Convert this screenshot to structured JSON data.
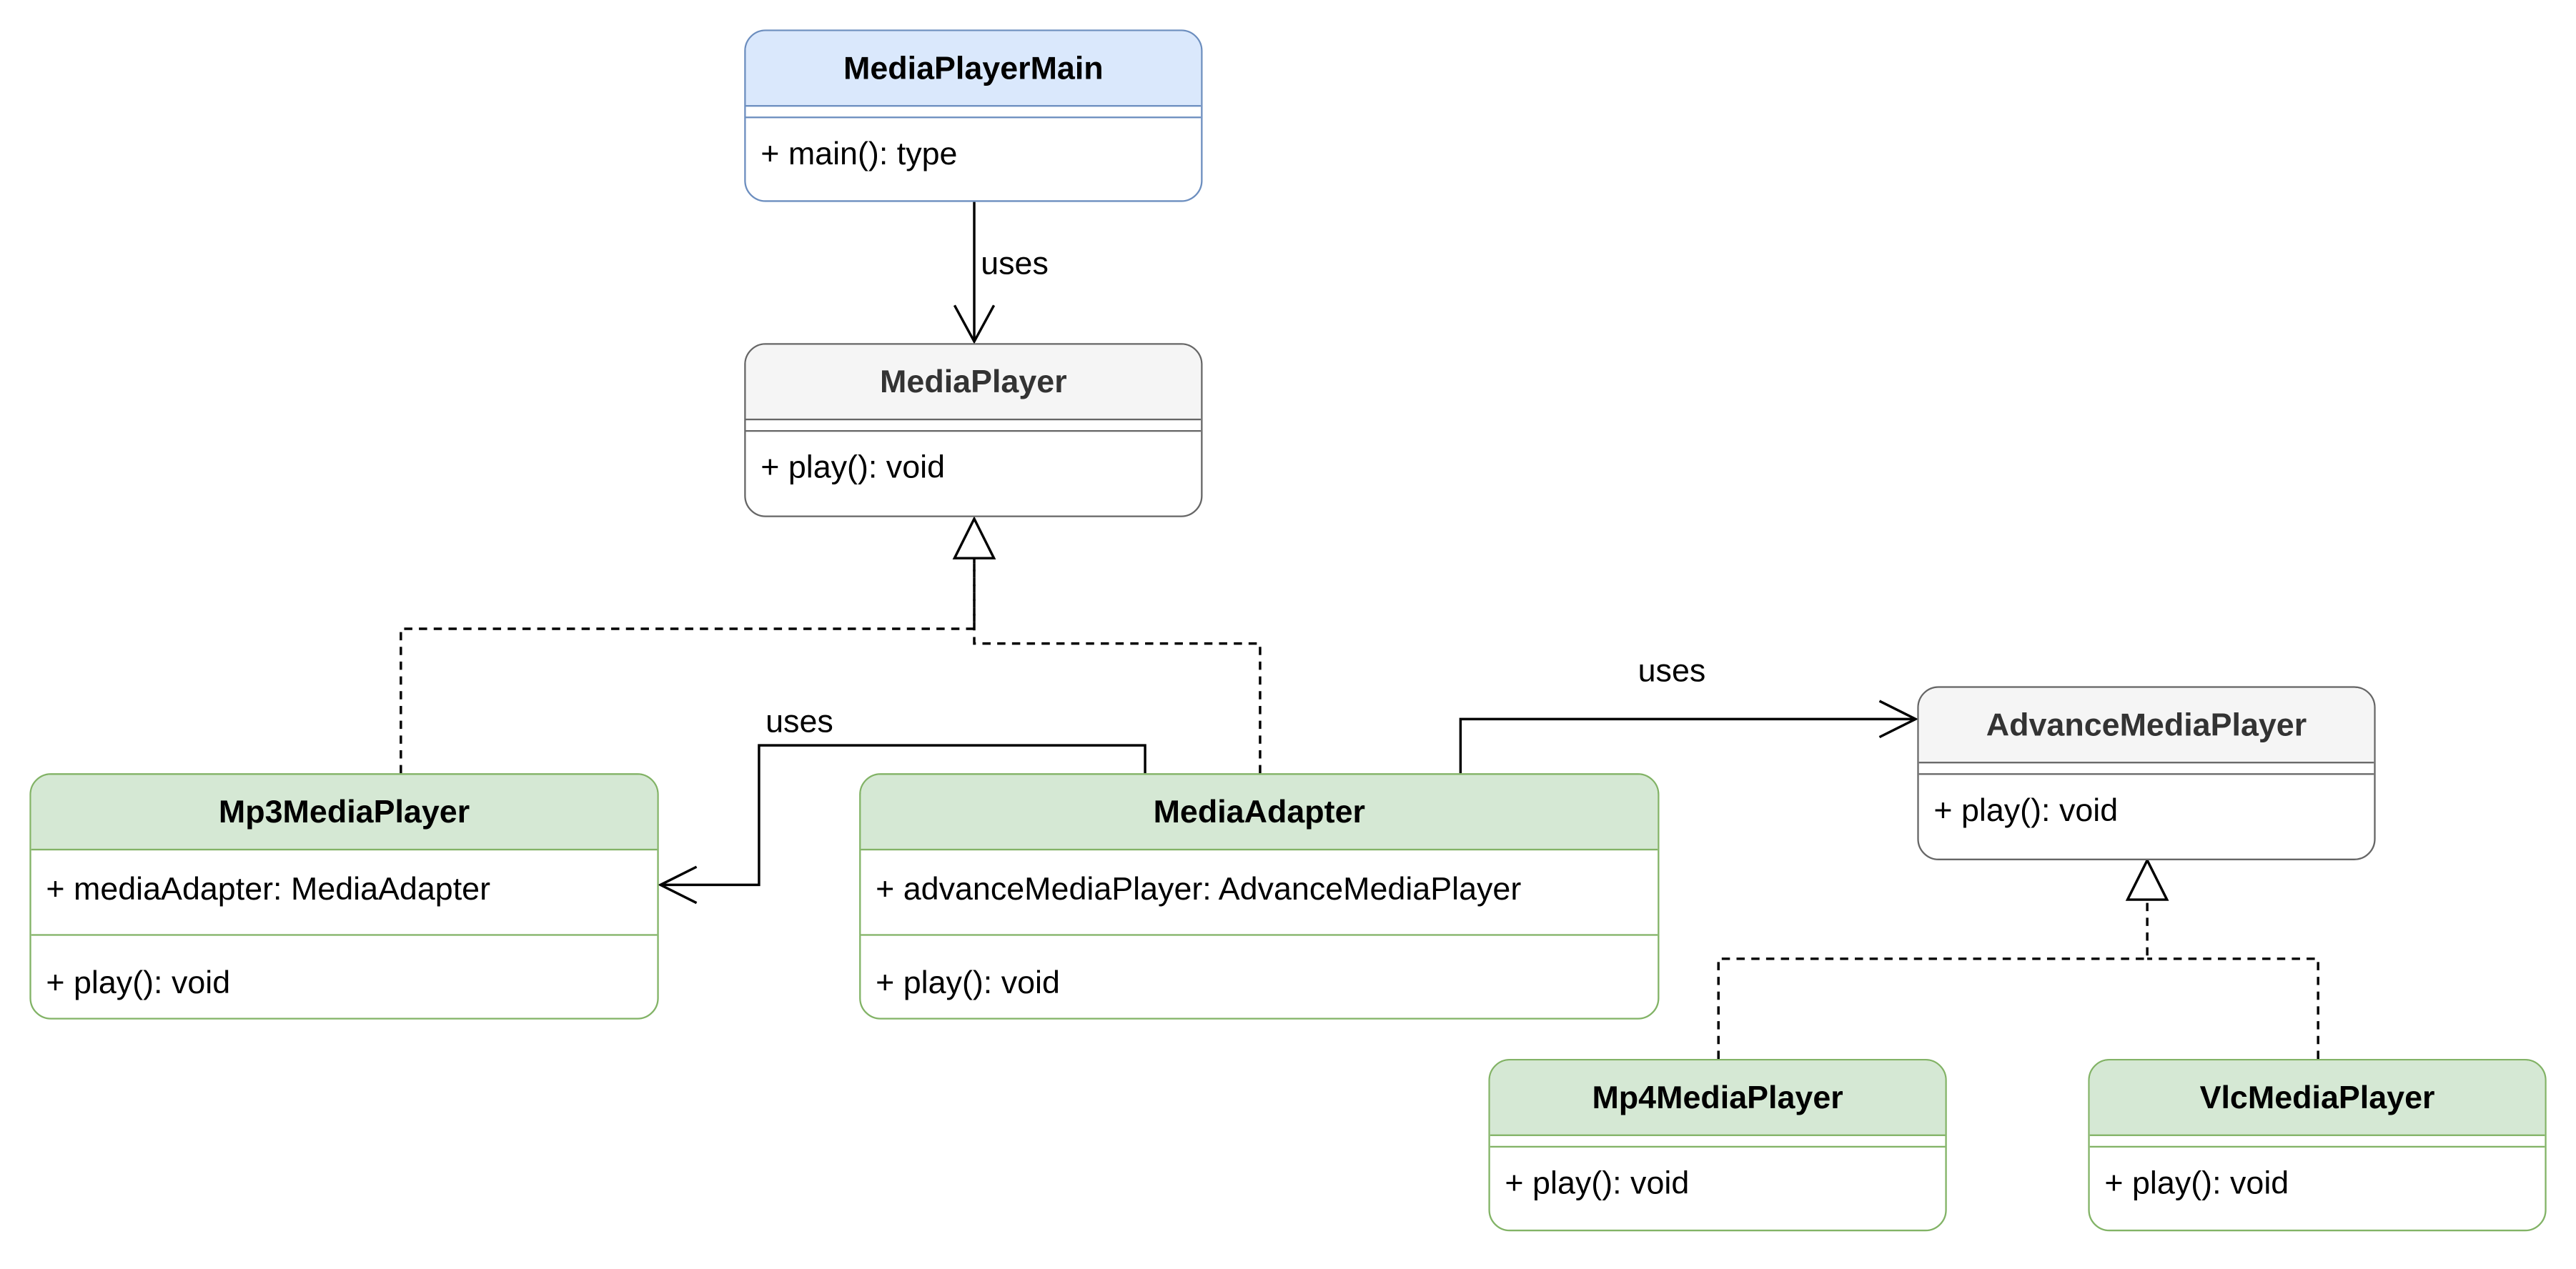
{
  "classes": {
    "media_player_main": {
      "name": "MediaPlayerMain",
      "methods": [
        "+ main(): type"
      ]
    },
    "media_player": {
      "name": "MediaPlayer",
      "methods": [
        "+ play(): void"
      ]
    },
    "mp3_media_player": {
      "name": "Mp3MediaPlayer",
      "attributes": [
        "+ mediaAdapter: MediaAdapter"
      ],
      "methods": [
        "+ play(): void"
      ]
    },
    "media_adapter": {
      "name": "MediaAdapter",
      "attributes": [
        "+ advanceMediaPlayer: AdvanceMediaPlayer"
      ],
      "methods": [
        "+ play(): void"
      ]
    },
    "advance_media_player": {
      "name": "AdvanceMediaPlayer",
      "methods": [
        "+ play(): void"
      ]
    },
    "mp4_media_player": {
      "name": "Mp4MediaPlayer",
      "methods": [
        "+ play(): void"
      ]
    },
    "vlc_media_player": {
      "name": "VlcMediaPlayer",
      "methods": [
        "+ play(): void"
      ]
    }
  },
  "edges": {
    "main_to_player_label": "uses",
    "adapter_to_mp3_label": "uses",
    "adapter_to_advance_label": "uses"
  },
  "colors": {
    "blue_fill": "#dae8fc",
    "blue_stroke": "#6c8ebf",
    "grey_fill": "#f5f5f5",
    "grey_stroke": "#666666",
    "green_fill": "#d5e8d4",
    "green_stroke": "#82b366"
  }
}
